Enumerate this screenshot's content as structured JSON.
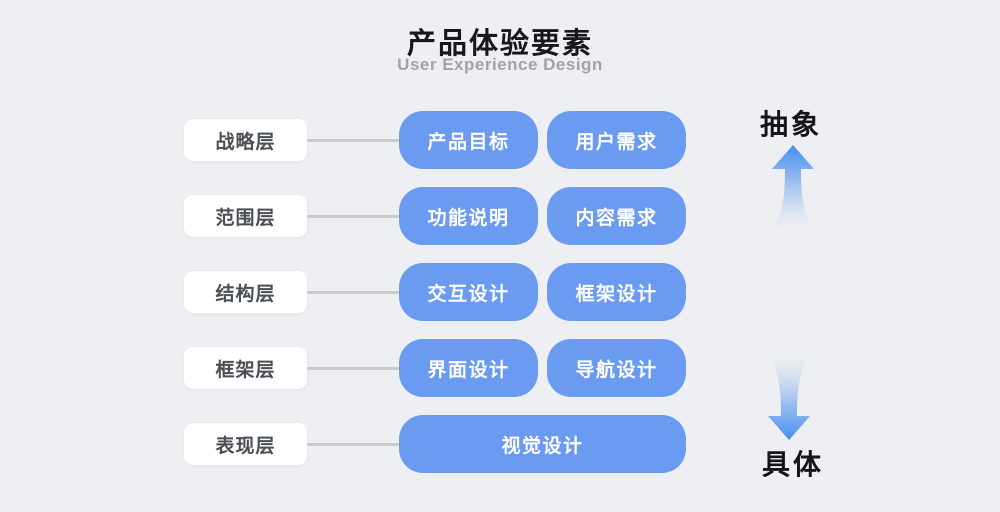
{
  "header": {
    "title": "产品体验要素",
    "subtitle": "User Experience Design"
  },
  "rows": [
    {
      "label": "战略层",
      "boxes": [
        "产品目标",
        "用户需求"
      ]
    },
    {
      "label": "范围层",
      "boxes": [
        "功能说明",
        "内容需求"
      ]
    },
    {
      "label": "结构层",
      "boxes": [
        "交互设计",
        "框架设计"
      ]
    },
    {
      "label": "框架层",
      "boxes": [
        "界面设计",
        "导航设计"
      ]
    },
    {
      "label": "表现层",
      "boxes": [
        "视觉设计"
      ]
    }
  ],
  "axis": {
    "top_label": "抽象",
    "bottom_label": "具体"
  },
  "colors": {
    "background": "#EDEFF2",
    "node_blue": "#6A9BF1",
    "arrow_blue": "#4489F0",
    "label_bg": "#FFFFFF",
    "label_text": "#4A4F56",
    "connector_gray": "#C6C9CE",
    "title_text": "#17181A",
    "subtitle_text": "#9FA3AA"
  }
}
